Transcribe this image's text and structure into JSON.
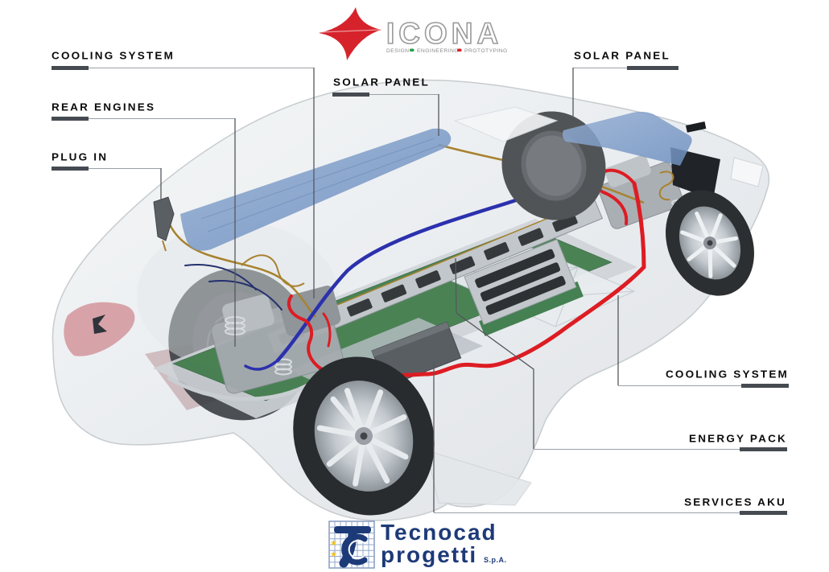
{
  "header_logo": {
    "brand": "ICONA",
    "tagline_words": [
      "DESIGN",
      "ENGINEERING",
      "PROTOTYPING"
    ],
    "swoosh_red": "#d6232b",
    "dot_green": "#25a149",
    "dot_red": "#d6232b",
    "wordmark_gray": "#9b9b9b"
  },
  "footer_logo": {
    "line1": "Tecnocad",
    "line2": "progetti",
    "suffix": "S.p.A.",
    "navy": "#1d3a78",
    "star_yellow": "#f2c31c"
  },
  "labels": {
    "cooling_left": "COOLING SYSTEM",
    "rear_engines": "REAR ENGINES",
    "plug_in": "PLUG IN",
    "solar_center": "SOLAR PANEL",
    "solar_right": "SOLAR PANEL",
    "cooling_right": "COOLING SYSTEM",
    "energy_pack": "ENERGY PACK",
    "services_aku": "SERVICES AKU"
  },
  "diagram": {
    "subject": "Electric concept car cutaway diagram",
    "leader_line_color": "#54585c",
    "underline_bar_color": "#454b51",
    "solar_panel_blue": "#7d9fcc",
    "battery_green": "#3f7b49",
    "pipe_red": "#dd1c23",
    "pipe_blue": "#2b31ad",
    "wire_gold": "#a8822f"
  }
}
